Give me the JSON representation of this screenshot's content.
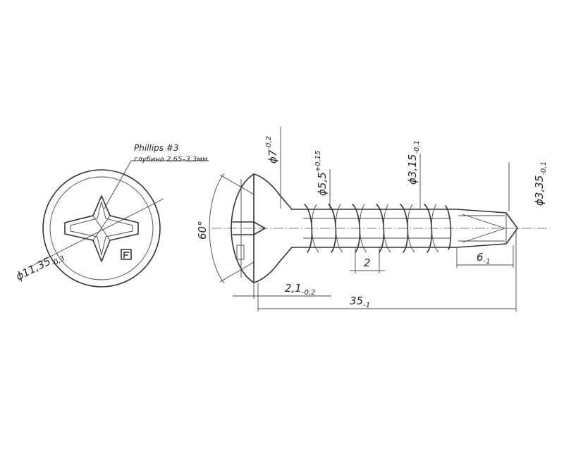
{
  "drawing": {
    "callout": {
      "line1": "Phillips #3",
      "line2": "глубина 2,65–3,3мм"
    },
    "dimensions": {
      "head_diameter": {
        "main": "ϕ11,35",
        "tol": "-0,3"
      },
      "countersink_angle": "60°",
      "neck_diameter": {
        "main": "ϕ7",
        "tol": "-0,2"
      },
      "thread_outer_diameter": {
        "main": "ϕ5,5",
        "tol": "+0,15"
      },
      "thread_inner_diameter": {
        "main": "ϕ3,15",
        "tol": "-0,1"
      },
      "drill_diameter": {
        "main": "ϕ3,35",
        "tol": "-0,1"
      },
      "thread_pitch": "2",
      "drill_length": {
        "main": "6",
        "tol": "-1"
      },
      "head_height": {
        "main": "2,1",
        "tol": "-0,2"
      },
      "total_length": {
        "main": "35",
        "tol": "-1"
      }
    }
  }
}
